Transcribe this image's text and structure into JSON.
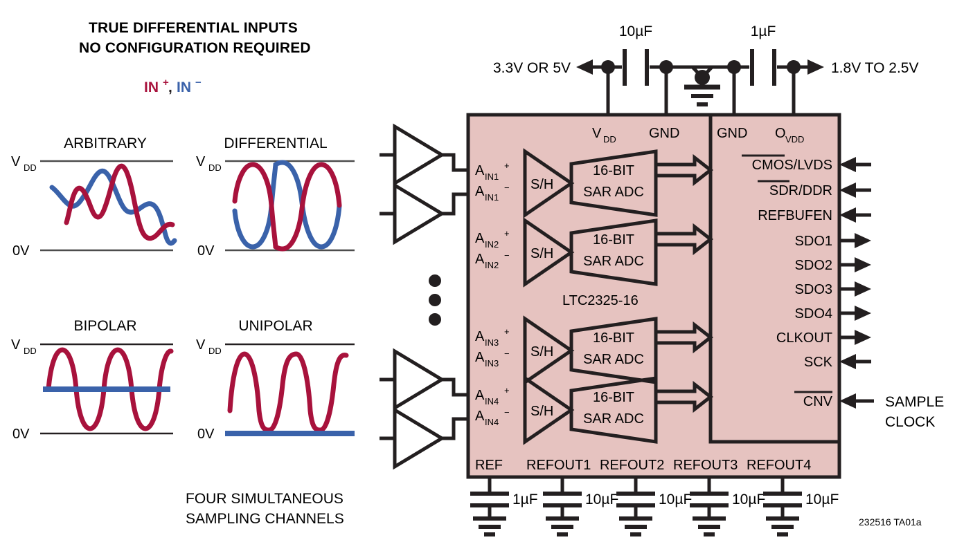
{
  "meta": {
    "doc_code": "232516 TA01a",
    "part_number": "LTC2325-16"
  },
  "colors": {
    "chip_fill": "#e6c3c0",
    "outline": "#231f20",
    "red": "#a8123c",
    "blue": "#3a62aa",
    "axis_line": "#4d4d4d"
  },
  "left_panel": {
    "heading_line1": "TRUE DIFFERENTIAL INPUTS",
    "heading_line2": "NO CONFIGURATION REQUIRED",
    "legend": {
      "in_plus": "IN",
      "in_plus_sup": "+",
      "in_minus": "IN",
      "in_minus_sup": "−"
    },
    "caption_line1": "FOUR SIMULTANEOUS",
    "caption_line2": "SAMPLING CHANNELS",
    "axis_top_label": "V",
    "axis_top_sub": "DD",
    "axis_bottom_label": "0V",
    "plots": [
      {
        "title": "ARBITRARY",
        "id": "arbitrary"
      },
      {
        "title": "DIFFERENTIAL",
        "id": "differential"
      },
      {
        "title": "BIPOLAR",
        "id": "bipolar"
      },
      {
        "title": "UNIPOLAR",
        "id": "unipolar"
      }
    ]
  },
  "chart_data": [
    {
      "type": "line",
      "title": "ARBITRARY",
      "xlabel": "",
      "ylabel": "",
      "ylim": [
        0,
        1
      ],
      "ytick_labels": [
        "0V",
        "VDD"
      ],
      "grid": false,
      "legend": [
        "IN+",
        "IN-"
      ],
      "series": [
        {
          "name": "IN+",
          "color": "#a8123c",
          "x": [
            0.06,
            0.12,
            0.18,
            0.24,
            0.3,
            0.36,
            0.42,
            0.48,
            0.54,
            0.6,
            0.66,
            0.72,
            0.78,
            0.84,
            0.9,
            0.96
          ],
          "y": [
            0.3,
            0.52,
            0.74,
            0.64,
            0.42,
            0.52,
            0.72,
            0.88,
            0.97,
            0.8,
            0.45,
            0.15,
            0.05,
            0.08,
            0.16,
            0.22
          ]
        },
        {
          "name": "IN-",
          "color": "#3a62aa",
          "x": [
            0.02,
            0.08,
            0.14,
            0.2,
            0.26,
            0.32,
            0.38,
            0.44,
            0.5,
            0.56,
            0.62,
            0.68,
            0.74,
            0.8,
            0.86,
            0.92,
            0.98
          ],
          "y": [
            0.62,
            0.5,
            0.34,
            0.46,
            0.68,
            0.78,
            0.64,
            0.47,
            0.44,
            0.5,
            0.56,
            0.6,
            0.5,
            0.3,
            0.12,
            0.06,
            0.14
          ]
        }
      ]
    },
    {
      "type": "line",
      "title": "DIFFERENTIAL",
      "ylim": [
        0,
        1
      ],
      "ytick_labels": [
        "0V",
        "VDD"
      ],
      "grid": false,
      "legend": [
        "IN+",
        "IN-"
      ],
      "description": "Two sinusoids 180 degrees out of phase, 2 cycles, full scale, crossing at mid-scale",
      "series": [
        {
          "name": "IN+",
          "color": "#a8123c",
          "cycles": 2,
          "phase_deg": 90,
          "amplitude": 0.5,
          "offset": 0.5
        },
        {
          "name": "IN-",
          "color": "#3a62aa",
          "cycles": 2,
          "phase_deg": 270,
          "amplitude": 0.5,
          "offset": 0.5
        }
      ]
    },
    {
      "type": "line",
      "title": "BIPOLAR",
      "ylim": [
        0,
        1
      ],
      "ytick_labels": [
        "0V",
        "VDD"
      ],
      "grid": false,
      "legend": [
        "IN+",
        "IN-"
      ],
      "description": "Red sinusoid 3 cycles full scale; blue constant at mid-scale",
      "series": [
        {
          "name": "IN+",
          "color": "#a8123c",
          "cycles": 3,
          "phase_deg": 0,
          "amplitude": 0.48,
          "offset": 0.5
        },
        {
          "name": "IN-",
          "color": "#3a62aa",
          "constant": 0.5
        }
      ]
    },
    {
      "type": "line",
      "title": "UNIPOLAR",
      "ylim": [
        0,
        1
      ],
      "ytick_labels": [
        "0V",
        "VDD"
      ],
      "grid": false,
      "legend": [
        "IN+",
        "IN-"
      ],
      "description": "Red sinusoid 3 cycles full scale; blue constant at 0V",
      "series": [
        {
          "name": "IN+",
          "color": "#a8123c",
          "cycles": 3,
          "phase_deg": 0,
          "amplitude": 0.5,
          "offset": 0.5
        },
        {
          "name": "IN-",
          "color": "#3a62aa",
          "constant": 0.0
        }
      ]
    }
  ],
  "schematic": {
    "supply": {
      "left_rail_label": "3.3V OR 5V",
      "right_rail_label": "1.8V TO 2.5V",
      "cap_left": "10µF",
      "cap_right": "1µF"
    },
    "top_pins": [
      {
        "label": "V",
        "sub": "DD"
      },
      {
        "label": "GND",
        "sub": ""
      },
      {
        "label": "GND",
        "sub": ""
      },
      {
        "label": "O",
        "sub": "VDD"
      }
    ],
    "analog_inputs": [
      {
        "base": "A",
        "sub": "IN1",
        "sup": "+"
      },
      {
        "base": "A",
        "sub": "IN1",
        "sup": "−"
      },
      {
        "base": "A",
        "sub": "IN2",
        "sup": "+"
      },
      {
        "base": "A",
        "sub": "IN2",
        "sup": "−"
      },
      {
        "base": "A",
        "sub": "IN3",
        "sup": "+"
      },
      {
        "base": "A",
        "sub": "IN3",
        "sup": "−"
      },
      {
        "base": "A",
        "sub": "IN4",
        "sup": "+"
      },
      {
        "base": "A",
        "sub": "IN4",
        "sup": "−"
      }
    ],
    "channels": [
      {
        "sh": "S/H",
        "adc_line1": "16-BIT",
        "adc_line2": "SAR ADC"
      },
      {
        "sh": "S/H",
        "adc_line1": "16-BIT",
        "adc_line2": "SAR ADC"
      },
      {
        "sh": "S/H",
        "adc_line1": "16-BIT",
        "adc_line2": "SAR ADC"
      },
      {
        "sh": "S/H",
        "adc_line1": "16-BIT",
        "adc_line2": "SAR ADC"
      }
    ],
    "part_label": "LTC2325-16",
    "digital_pins": [
      {
        "label": "CMOS/LVDS",
        "overbar_text": "CMOS",
        "direction": "in"
      },
      {
        "label": "SDR/DDR",
        "overbar_text": "SDR",
        "direction": "in"
      },
      {
        "label": "REFBUFEN",
        "overbar_text": "",
        "direction": "in"
      },
      {
        "label": "SDO1",
        "overbar_text": "",
        "direction": "out"
      },
      {
        "label": "SDO2",
        "overbar_text": "",
        "direction": "out"
      },
      {
        "label": "SDO3",
        "overbar_text": "",
        "direction": "out"
      },
      {
        "label": "SDO4",
        "overbar_text": "",
        "direction": "out"
      },
      {
        "label": "CLKOUT",
        "overbar_text": "",
        "direction": "out"
      },
      {
        "label": "SCK",
        "overbar_text": "",
        "direction": "in"
      },
      {
        "label": "CNV",
        "overbar_text": "CNV",
        "direction": "in"
      }
    ],
    "cnv_note_line1": "SAMPLE",
    "cnv_note_line2": "CLOCK",
    "bottom_pins": [
      {
        "label": "REF",
        "cap": "1µF"
      },
      {
        "label": "REFOUT1",
        "cap": "10µF"
      },
      {
        "label": "REFOUT2",
        "cap": "10µF"
      },
      {
        "label": "REFOUT3",
        "cap": "10µF"
      },
      {
        "label": "REFOUT4",
        "cap": "10µF"
      }
    ]
  }
}
